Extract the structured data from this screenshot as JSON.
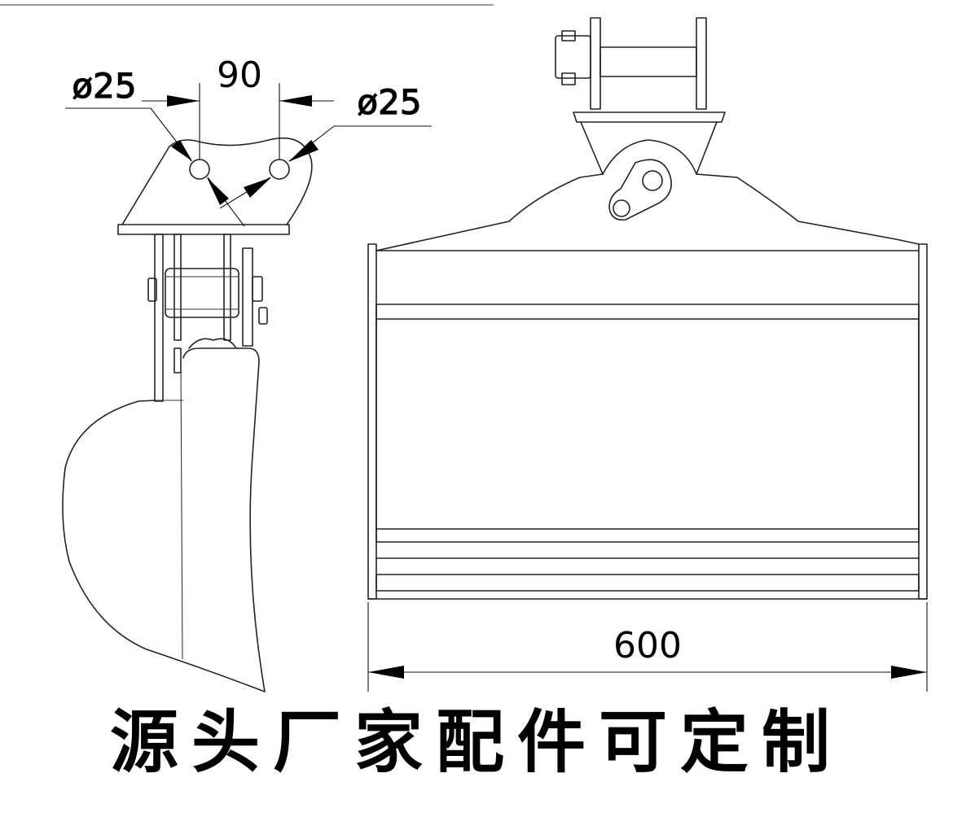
{
  "dimensions": {
    "pin_spacing": "90",
    "pin_diameter_left": "ø25",
    "pin_diameter_right": "ø25",
    "bucket_width": "600"
  },
  "caption": "源头厂家配件可定制",
  "colors": {
    "line": "#222222",
    "background": "#ffffff",
    "text": "#000000"
  }
}
